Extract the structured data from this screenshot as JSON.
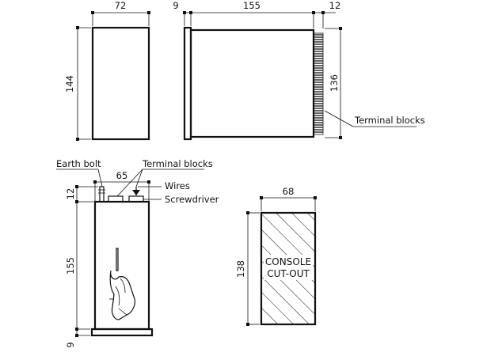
{
  "dimensions": {
    "front_width": "72",
    "front_height": "144",
    "bezel": "9",
    "depth": "155",
    "terminal_depth": "12",
    "side_height": "136",
    "bottom_top_gap": "12",
    "terminal_width": "65",
    "body_depth": "155",
    "bottom_bezel": "9",
    "cutout_width": "68",
    "cutout_height": "138"
  },
  "labels": {
    "terminal_blocks_side": "Terminal blocks",
    "earth_bolt": "Earth bolt",
    "terminal_blocks_top": "Terminal blocks",
    "wires": "Wires",
    "screwdriver": "Screwdriver",
    "cutout_line1": "CONSOLE",
    "cutout_line2": "CUT-OUT"
  }
}
